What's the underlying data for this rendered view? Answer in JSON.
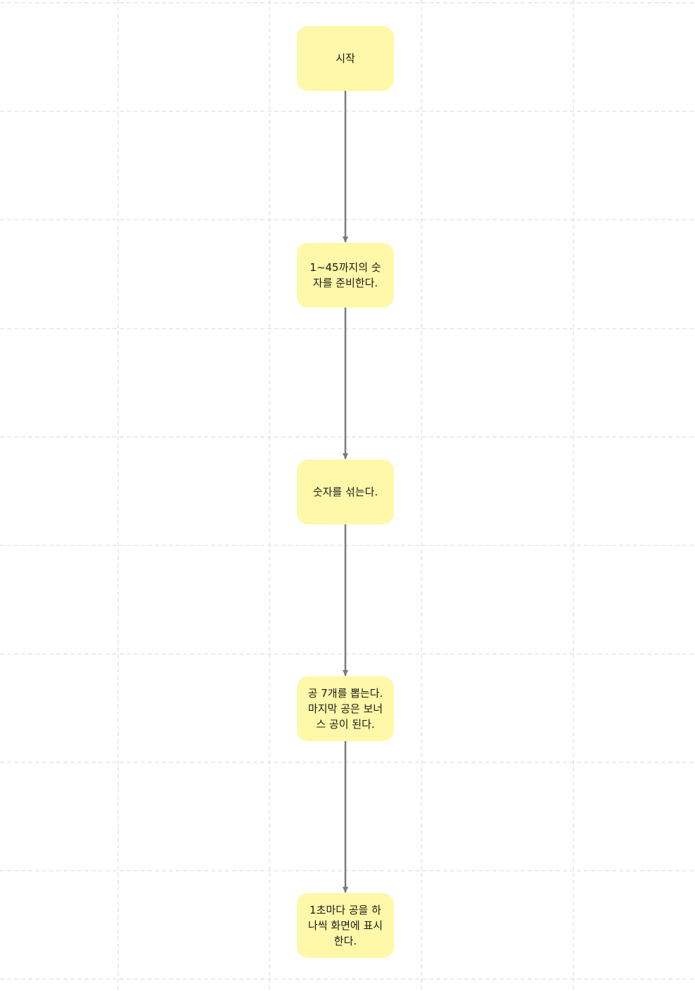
{
  "flowchart": {
    "colors": {
      "node_fill": "#fef8a8",
      "connector": "#7a7a7a",
      "grid": "#d9d9d9"
    },
    "nodes": [
      {
        "label": "시작"
      },
      {
        "label": "1~45까지의 숫\n자를 준비한다."
      },
      {
        "label": "숫자를 섞는다."
      },
      {
        "label": "공 7개를 뽑는다.\n마지막 공은 보너\n스 공이 된다."
      },
      {
        "label": "1초마다 공을 하\n나씩 화면에 표시\n한다."
      }
    ]
  }
}
